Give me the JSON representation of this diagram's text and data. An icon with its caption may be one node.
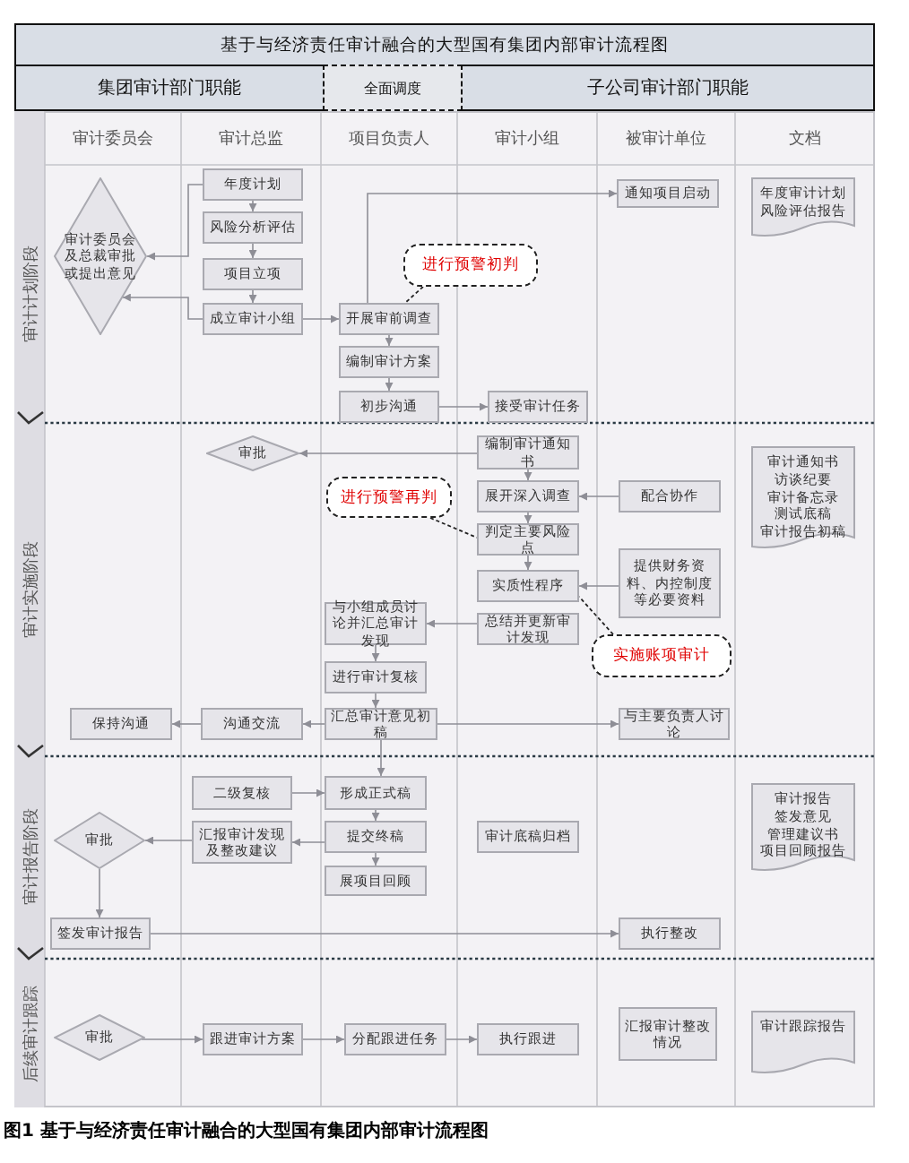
{
  "diagram": {
    "title": "基于与经济责任审计融合的大型国有集团内部审计流程图",
    "caption": "图1 基于与经济责任审计融合的大型国有集团内部审计流程图",
    "labels": [
      "集团审计部门职能",
      "全面调度",
      "子公司审计部门职能",
      "审计委员会",
      "审计总监",
      "项目负责人",
      "审计小组",
      "被审计单位",
      "文档",
      "审计计划阶段",
      "审计实施阶段",
      "审计报告阶段",
      "后续审计跟踪"
    ],
    "nodes": [
      {
        "text": [
          "年度计划"
        ]
      },
      {
        "text": [
          "风险分析评估"
        ]
      },
      {
        "text": [
          "项目立项"
        ]
      },
      {
        "text": [
          "成立审计小组"
        ]
      },
      {
        "text": [
          "审计委员会及总裁审批或提出意见"
        ]
      },
      {
        "text": [
          "进行预警初判"
        ]
      },
      {
        "text": [
          "开展审前调查"
        ]
      },
      {
        "text": [
          "编制审计方案"
        ]
      },
      {
        "text": [
          "初步沟通"
        ]
      },
      {
        "text": [
          "接受审计任务"
        ]
      },
      {
        "text": [
          "通知项目启动"
        ]
      },
      {
        "text": [
          "年度审计计划",
          "风险评估报告"
        ]
      },
      {
        "text": [
          "审批"
        ]
      },
      {
        "text": [
          "编制审计通知书"
        ]
      },
      {
        "text": [
          "展开深入调查"
        ]
      },
      {
        "text": [
          "配合协作"
        ]
      },
      {
        "text": [
          "进行预警再判"
        ]
      },
      {
        "text": [
          "判定主要风险点"
        ]
      },
      {
        "text": [
          "提供财务资料、内控制度等必要资料"
        ]
      },
      {
        "text": [
          "实质性程序"
        ]
      },
      {
        "text": [
          "实施账项审计"
        ]
      },
      {
        "text": [
          "与小组成员讨论并汇总审计发现"
        ]
      },
      {
        "text": [
          "总结并更新审计发现"
        ]
      },
      {
        "text": [
          "进行审计复核"
        ]
      },
      {
        "text": [
          "保持沟通"
        ]
      },
      {
        "text": [
          "沟通交流"
        ]
      },
      {
        "text": [
          "汇总审计意见初稿"
        ]
      },
      {
        "text": [
          "与主要负责人讨论"
        ]
      },
      {
        "text": [
          "审计通知书",
          "访谈纪要",
          "审计备忘录",
          "测试底稿",
          "审计报告初稿"
        ]
      },
      {
        "text": [
          "审批"
        ]
      },
      {
        "text": [
          "二级复核"
        ]
      },
      {
        "text": [
          "汇报审计发现及整改建议"
        ]
      },
      {
        "text": [
          "形成正式稿"
        ]
      },
      {
        "text": [
          "提交终稿"
        ]
      },
      {
        "text": [
          "展项目回顾"
        ]
      },
      {
        "text": [
          "审计底稿归档"
        ]
      },
      {
        "text": [
          "签发审计报告"
        ]
      },
      {
        "text": [
          "执行整改"
        ]
      },
      {
        "text": [
          "审计报告",
          "签发意见",
          "管理建议书",
          "项目回顾报告"
        ]
      },
      {
        "text": [
          "审批"
        ]
      },
      {
        "text": [
          "跟进审计方案"
        ]
      },
      {
        "text": [
          "分配跟进任务"
        ]
      },
      {
        "text": [
          "执行跟进"
        ]
      },
      {
        "text": [
          "汇报审计整改情况"
        ]
      },
      {
        "text": [
          "审计跟踪报告"
        ]
      }
    ],
    "edges": [
      {
        "from": 0,
        "to": 1,
        "arrow": "to"
      },
      {
        "from": 1,
        "to": 2,
        "arrow": "to"
      },
      {
        "from": 2,
        "to": 3,
        "arrow": "to"
      },
      {
        "from": 0,
        "to": 4,
        "arrow": "to"
      },
      {
        "from": 3,
        "to": 4,
        "arrow": "to"
      },
      {
        "from": 3,
        "to": 6,
        "arrow": "to"
      },
      {
        "from": 6,
        "to": 10,
        "arrow": "to"
      },
      {
        "from": 6,
        "to": 7,
        "arrow": "to"
      },
      {
        "from": 7,
        "to": 8,
        "arrow": "to"
      },
      {
        "from": 8,
        "to": 9,
        "arrow": "to"
      },
      {
        "from": 5,
        "to": 6,
        "arrow": "none",
        "style": "dashed",
        "color": "#222222"
      },
      {
        "from": 13,
        "to": 12,
        "arrow": "to"
      },
      {
        "from": 13,
        "to": 14,
        "arrow": "to"
      },
      {
        "from": 15,
        "to": 14,
        "arrow": "to"
      },
      {
        "from": 14,
        "to": 17,
        "arrow": "to"
      },
      {
        "from": 17,
        "to": 19,
        "arrow": "to"
      },
      {
        "from": 18,
        "to": 19,
        "arrow": "to"
      },
      {
        "from": 16,
        "to": 17,
        "arrow": "none",
        "style": "dashed",
        "color": "#222222"
      },
      {
        "from": 20,
        "to": 19,
        "arrow": "none",
        "style": "dashed",
        "color": "#222222"
      },
      {
        "from": 22,
        "to": 21,
        "arrow": "to"
      },
      {
        "from": 21,
        "to": 23,
        "arrow": "to"
      },
      {
        "from": 23,
        "to": 26,
        "arrow": "to"
      },
      {
        "from": 26,
        "to": 25,
        "arrow": "to"
      },
      {
        "from": 25,
        "to": 24,
        "arrow": "to"
      },
      {
        "from": 26,
        "to": 27,
        "arrow": "to"
      },
      {
        "from": 26,
        "to": 32,
        "arrow": "to"
      },
      {
        "from": 30,
        "to": 32,
        "arrow": "to"
      },
      {
        "from": 32,
        "to": 33,
        "arrow": "to"
      },
      {
        "from": 33,
        "to": 31,
        "arrow": "to"
      },
      {
        "from": 31,
        "to": 29,
        "arrow": "to"
      },
      {
        "from": 33,
        "to": 34,
        "arrow": "to"
      },
      {
        "from": 29,
        "to": 36,
        "arrow": "to"
      },
      {
        "from": 36,
        "to": 37,
        "arrow": "to"
      },
      {
        "from": 39,
        "to": 40,
        "arrow": "to"
      },
      {
        "from": 40,
        "to": 41,
        "arrow": "to"
      },
      {
        "from": 41,
        "to": 42,
        "arrow": "to"
      }
    ]
  }
}
